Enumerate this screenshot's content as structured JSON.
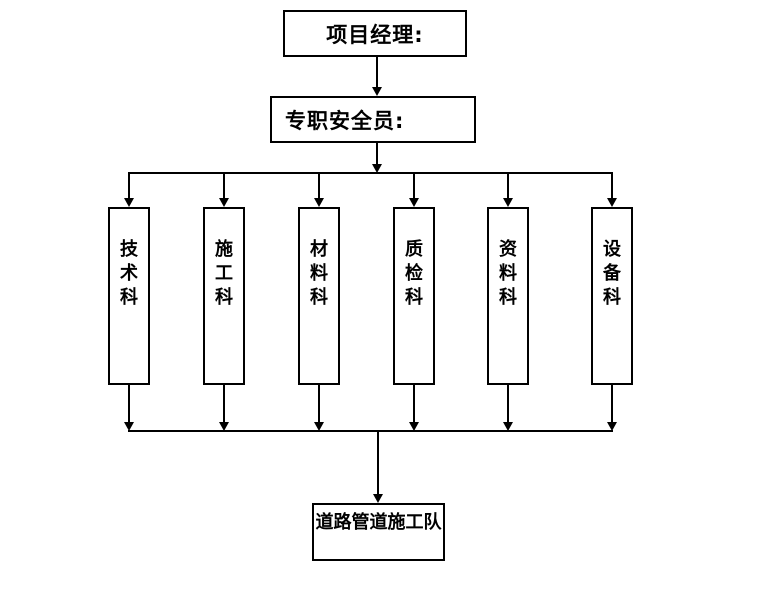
{
  "diagram": {
    "top_box": {
      "label": "项目经理:"
    },
    "safety_box": {
      "label": "专职安全员:"
    },
    "departments": [
      {
        "label": "技\n术\n科"
      },
      {
        "label": "施\n工\n科"
      },
      {
        "label": "材\n料\n科"
      },
      {
        "label": "质\n检\n科"
      },
      {
        "label": "资\n料\n科"
      },
      {
        "label": "设\n备\n科"
      }
    ],
    "team_box": {
      "label": "道路管道施工队"
    },
    "colors": {
      "background": "#ffffff",
      "line": "#000000",
      "border": "#000000",
      "text": "#000000"
    }
  }
}
